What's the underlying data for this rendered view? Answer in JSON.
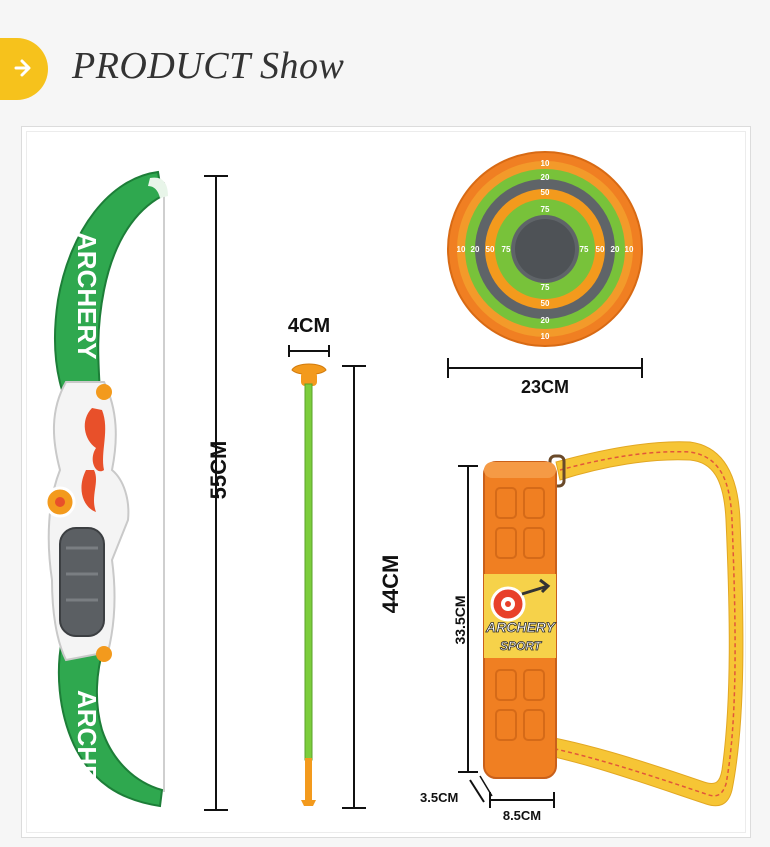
{
  "header": {
    "title": "PRODUCT Show",
    "icon": "arrow-right-icon",
    "accent": "#f6c21c"
  },
  "bow": {
    "text_upper": "ARCHERY",
    "text_lower": "ARCHERY",
    "height_label": "55CM",
    "color": "#2fa84f"
  },
  "arrow": {
    "tip_label": "4CM",
    "length_label": "44CM",
    "shaft_color": "#7ccd3c",
    "tip_color": "#f39a1d"
  },
  "target": {
    "width_label": "23CM",
    "scores": {
      "ring1": "10",
      "ring2": "20",
      "ring3": "50",
      "ring4": "75"
    }
  },
  "quiver": {
    "height_label": "33.5CM",
    "depth_label": "3.5CM",
    "width_label": "8.5CM",
    "logo_line1": "ARCHERY",
    "logo_line2": "SPORT",
    "color": "#f07f22"
  }
}
